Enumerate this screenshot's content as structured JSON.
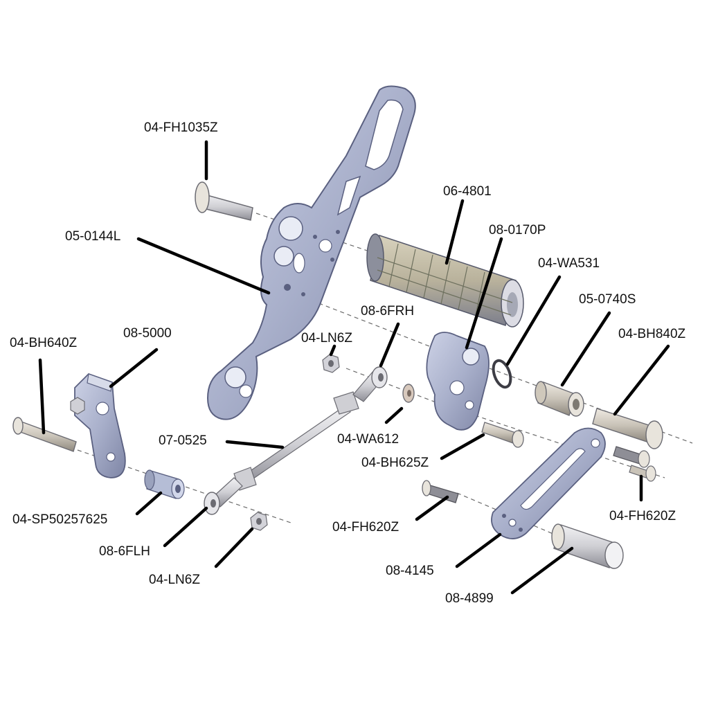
{
  "colors": {
    "bracket": "#a9b0cb",
    "bracket_edge": "#5a6080",
    "steel": "#cfcfd4",
    "steel_edge": "#6b6b72",
    "sleeve": "#c9c3b8",
    "rubber_light": "#c8c2ad",
    "rubber_dark": "#8c8f9c",
    "spacer_blue": "#b5bdd6"
  },
  "parts": [
    {
      "id": "04-FH1035Z",
      "label": "04-FH1035Z",
      "icon": "flat-head-bolt-icon"
    },
    {
      "id": "05-0144L",
      "label": "05-0144L",
      "icon": "rearset-plate-icon"
    },
    {
      "id": "06-4801",
      "label": "06-4801",
      "icon": "foot-peg-rubber-icon"
    },
    {
      "id": "08-0170P",
      "label": "08-0170P",
      "icon": "peg-mount-icon"
    },
    {
      "id": "04-WA531",
      "label": "04-WA531",
      "icon": "retaining-ring-icon"
    },
    {
      "id": "05-0740S",
      "label": "05-0740S",
      "icon": "spacer-icon"
    },
    {
      "id": "04-BH840Z",
      "label": "04-BH840Z",
      "icon": "button-head-bolt-icon"
    },
    {
      "id": "08-6FRH",
      "label": "08-6FRH",
      "icon": "rod-end-icon"
    },
    {
      "id": "04-LN6Z-top",
      "label": "04-LN6Z",
      "icon": "lock-nut-icon"
    },
    {
      "id": "08-5000",
      "label": "08-5000",
      "icon": "shift-arm-icon"
    },
    {
      "id": "04-BH640Z",
      "label": "04-BH640Z",
      "icon": "button-head-bolt-icon"
    },
    {
      "id": "07-0525",
      "label": "07-0525",
      "icon": "linkage-rod-icon"
    },
    {
      "id": "04-WA612",
      "label": "04-WA612",
      "icon": "washer-icon"
    },
    {
      "id": "04-BH625Z",
      "label": "04-BH625Z",
      "icon": "button-head-bolt-icon"
    },
    {
      "id": "04-SP50257625",
      "label": "04-SP50257625",
      "icon": "spacer-icon"
    },
    {
      "id": "08-6FLH",
      "label": "08-6FLH",
      "icon": "rod-end-icon"
    },
    {
      "id": "04-LN6Z-bottom",
      "label": "04-LN6Z",
      "icon": "lock-nut-icon"
    },
    {
      "id": "04-FH620Z-mid",
      "label": "04-FH620Z",
      "icon": "flat-head-bolt-icon"
    },
    {
      "id": "04-FH620Z-right",
      "label": "04-FH620Z",
      "icon": "flat-head-bolt-icon"
    },
    {
      "id": "08-4145",
      "label": "08-4145",
      "icon": "shift-lever-icon"
    },
    {
      "id": "08-4899",
      "label": "08-4899",
      "icon": "shift-peg-icon"
    }
  ]
}
